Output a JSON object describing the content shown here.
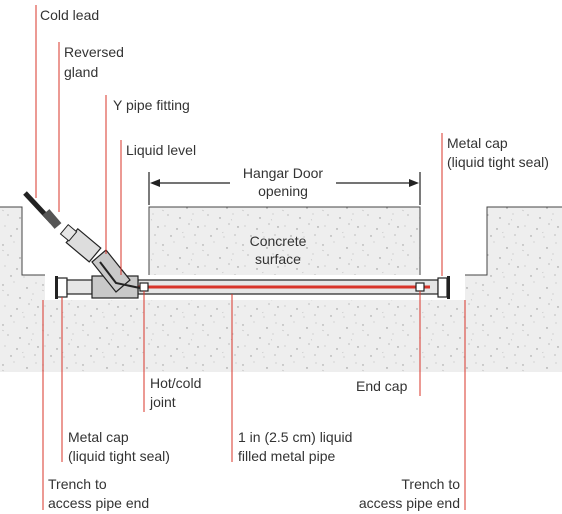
{
  "labels": {
    "cold_lead": "Cold lead",
    "reversed_gland_1": "Reversed",
    "reversed_gland_2": "gland",
    "y_pipe_fitting": "Y pipe fitting",
    "liquid_level": "Liquid level",
    "door_opening_1": "Hangar Door",
    "door_opening_2": "opening",
    "metal_cap_right_1": "Metal cap",
    "metal_cap_right_2": "(liquid tight seal)",
    "concrete_1": "Concrete",
    "concrete_2": "surface",
    "hot_cold_1": "Hot/cold",
    "hot_cold_2": "joint",
    "end_cap": "End cap",
    "metal_cap_left_1": "Metal cap",
    "metal_cap_left_2": "(liquid tight seal)",
    "pipe_1": "1 in (2.5 cm) liquid",
    "pipe_2": "filled metal pipe",
    "trench_left_1": "Trench to",
    "trench_left_2": "access pipe end",
    "trench_right_1": "Trench to",
    "trench_right_2": "access pipe end"
  },
  "colors": {
    "leader": "#d8342a",
    "heating_cable": "#d8342a",
    "concrete": "#eeeeee",
    "pipe": "#e6e6e6",
    "fitting": "#c9c9c9",
    "outline": "#222222"
  }
}
